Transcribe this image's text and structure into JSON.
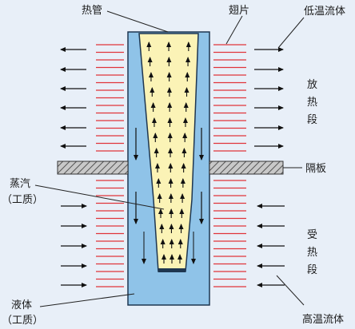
{
  "labels": {
    "heat_pipe": "热管",
    "fin": "翅片",
    "low_temp_fluid": "低温流体",
    "release_section": [
      "放",
      "热",
      "段"
    ],
    "partition": "隔板",
    "absorb_section": [
      "受",
      "热",
      "段"
    ],
    "high_temp_fluid": "高温流体",
    "vapor": [
      "蒸汽",
      "（工质）"
    ],
    "liquid": [
      "液体",
      "（工质）"
    ]
  },
  "colors": {
    "background": "#e8eff8",
    "liquid": "#8fc3e8",
    "vapor": "#fbf3b6",
    "fin": "#e0343a",
    "pipe_wall": "#1e3650",
    "partition_fill": "#b9b9b9",
    "arrow": "#111111"
  }
}
